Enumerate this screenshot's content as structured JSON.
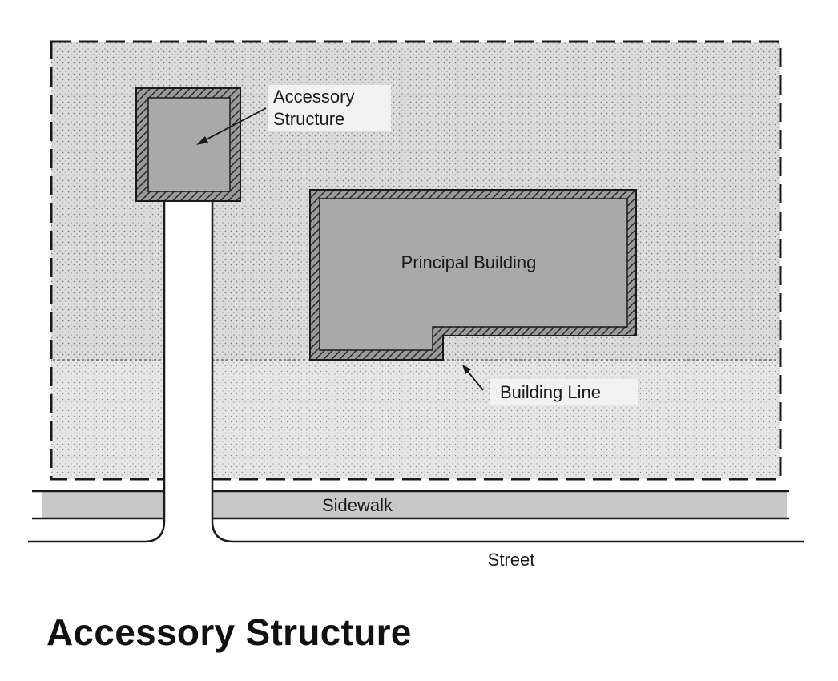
{
  "labels": {
    "accessory_line1": "Accessory",
    "accessory_line2": "Structure",
    "principal_building": "Principal Building",
    "building_line": "Building Line",
    "sidewalk": "Sidewalk",
    "street": "Street"
  },
  "caption": "Accessory Structure",
  "colors": {
    "lot_fill": "#dcdcdc",
    "building_fill": "#a9a9a9",
    "hatch_border": "#5a5a5a",
    "sidewalk_fill": "#c8c8c8",
    "line": "#1a1a1a"
  }
}
